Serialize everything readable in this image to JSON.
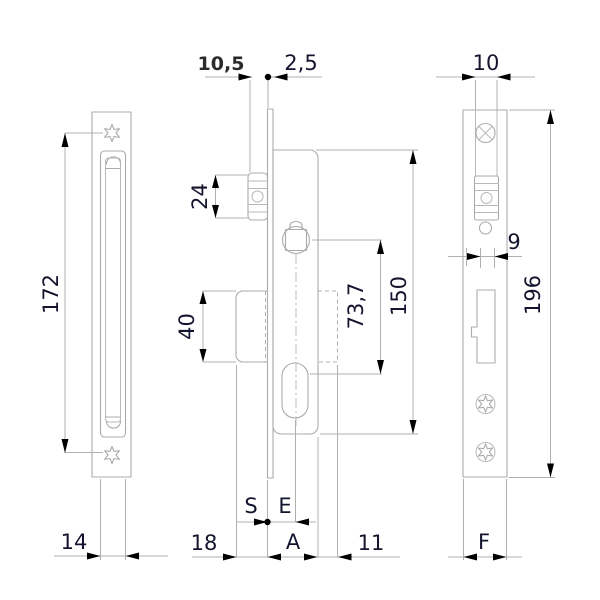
{
  "drawing": {
    "type": "lock-technical-drawing",
    "views": [
      "strike-plate-front",
      "lock-side-profile",
      "faceplate-front"
    ]
  },
  "dims": {
    "left_height": "172",
    "left_width": "14",
    "latch_projection": "10,5",
    "plate_thickness": "2,5",
    "latch_height": "24",
    "housing_height": "40",
    "axis_distance": "73,7",
    "case_height": "150",
    "protrusion_s": "S",
    "entry_e": "E",
    "depth_18": "18",
    "depth_a": "A",
    "depth_11": "11",
    "top_width": "10",
    "hole_offset": "9",
    "right_height": "196",
    "faceplate_width_f": "F"
  },
  "colors": {
    "geometry_line": "#ababab",
    "dimension_line": "#b0b0b0",
    "arrow": "#000000",
    "text": "#14142e",
    "background": "#ffffff"
  }
}
